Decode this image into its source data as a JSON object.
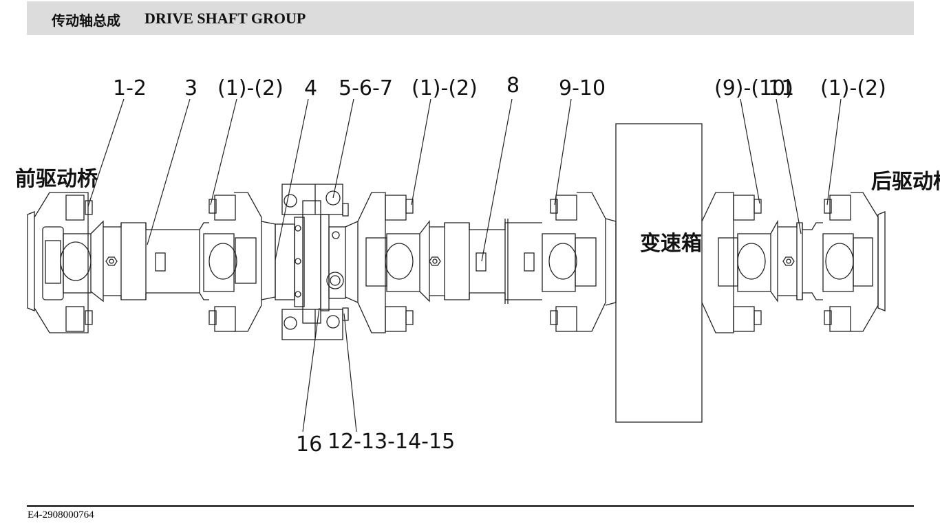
{
  "header": {
    "title_cn": "传动轴总成",
    "title_en": "DRIVE SHAFT GROUP"
  },
  "labels": {
    "front_axle": "前驱动桥",
    "rear_axle": "后驱动桥",
    "gearbox": "变速箱"
  },
  "callouts": [
    "1-2",
    "3",
    "(1)-(2)",
    "4",
    "5-6-7",
    "(1)-(2)",
    "8",
    "9-10",
    "(9)-(10)",
    "11",
    "(1)-(2)",
    "16",
    "12-13-14-15"
  ],
  "footer": {
    "code": "E4-2908000764"
  }
}
